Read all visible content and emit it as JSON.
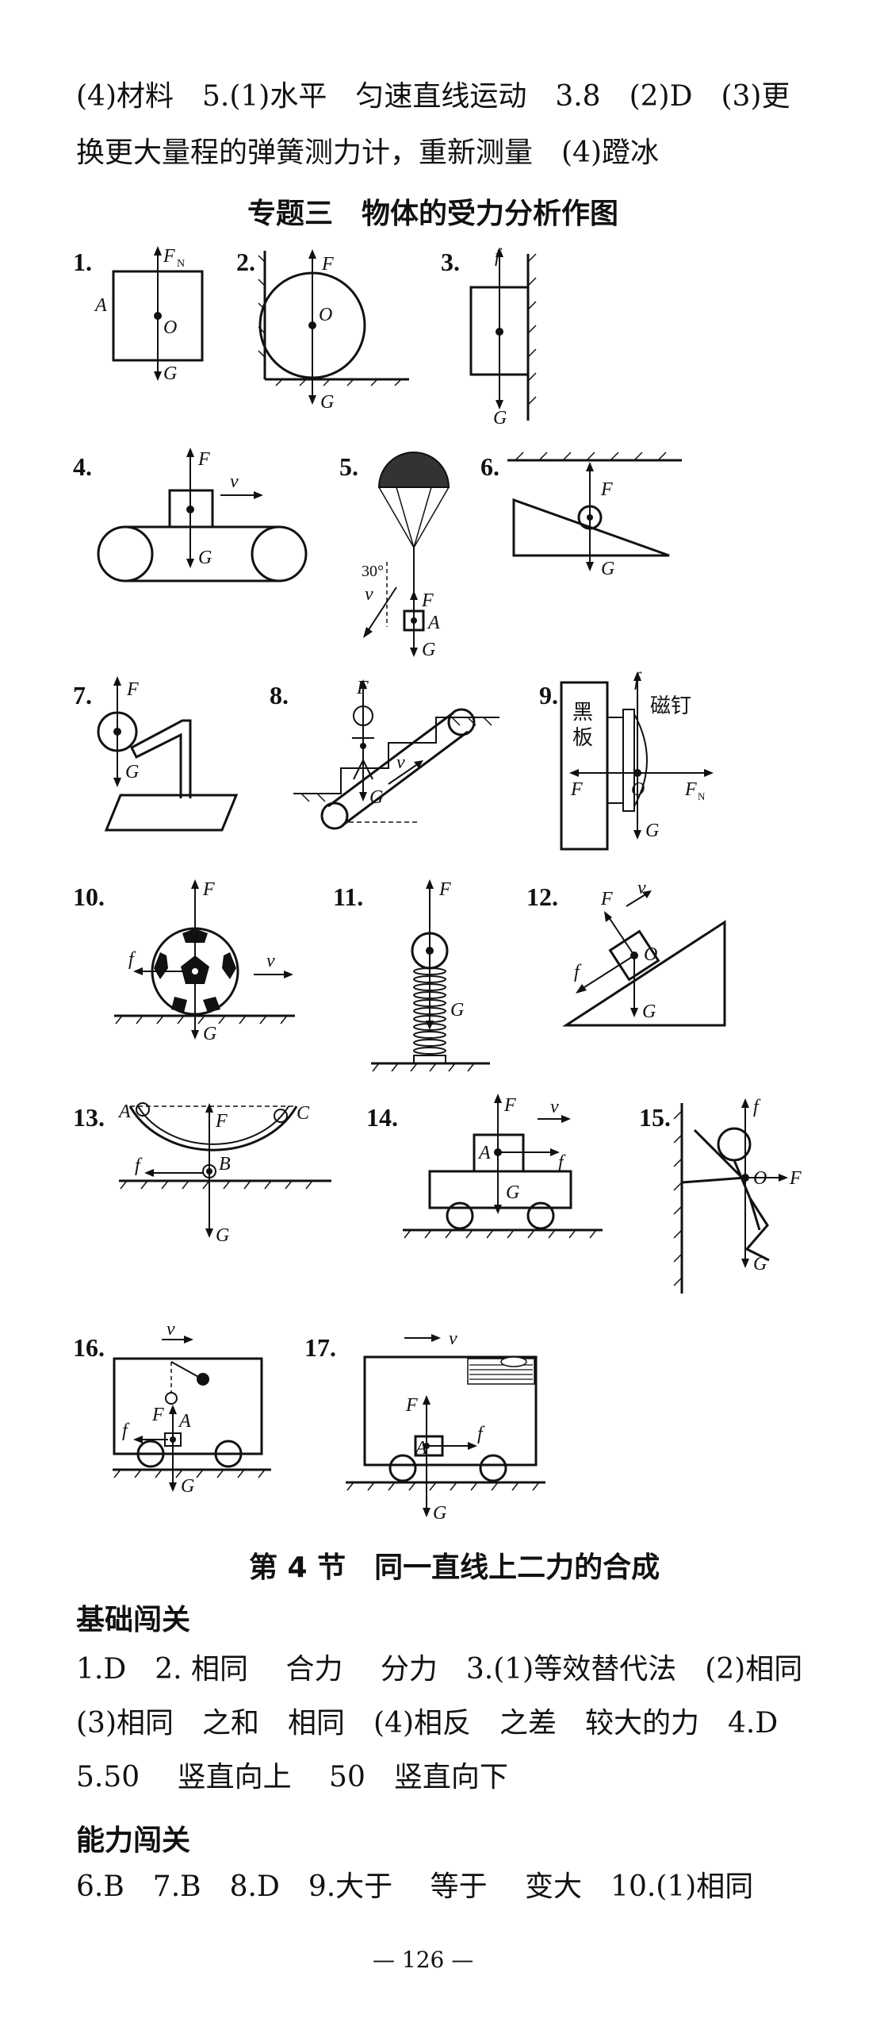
{
  "top": {
    "line1": "(4)材料　5.(1)水平　匀速直线运动　3.8　(2)D　(3)更",
    "line2": "换更大量程的弹簧测力计，重新测量　(4)蹬冰"
  },
  "topic_title": "专题三　物体的受力分析作图",
  "figures": [
    {
      "num": "1.",
      "labels": [
        "F",
        "N",
        "A",
        "O",
        "G"
      ]
    },
    {
      "num": "2.",
      "labels": [
        "F",
        "O",
        "G"
      ]
    },
    {
      "num": "3.",
      "labels": [
        "f",
        "G"
      ]
    },
    {
      "num": "4.",
      "labels": [
        "F",
        "v",
        "G"
      ]
    },
    {
      "num": "5.",
      "labels": [
        "30°",
        "v",
        "F",
        "A",
        "G"
      ]
    },
    {
      "num": "6.",
      "labels": [
        "F",
        "G"
      ]
    },
    {
      "num": "7.",
      "labels": [
        "F",
        "G"
      ]
    },
    {
      "num": "8.",
      "labels": [
        "F",
        "v",
        "G"
      ]
    },
    {
      "num": "9.",
      "labels": [
        "f",
        "黑",
        "板",
        "磁钉",
        "F",
        "O",
        "F",
        "N",
        "G"
      ]
    },
    {
      "num": "10.",
      "labels": [
        "F",
        "f",
        "v",
        "G"
      ]
    },
    {
      "num": "11.",
      "labels": [
        "F",
        "G"
      ]
    },
    {
      "num": "12.",
      "labels": [
        "F",
        "v",
        "O",
        "f",
        "G"
      ]
    },
    {
      "num": "13.",
      "labels": [
        "A",
        "F",
        "C",
        "B",
        "f",
        "G"
      ]
    },
    {
      "num": "14.",
      "labels": [
        "F",
        "v",
        "A",
        "f",
        "G"
      ]
    },
    {
      "num": "15.",
      "labels": [
        "f",
        "O",
        "F",
        "G"
      ]
    },
    {
      "num": "16.",
      "labels": [
        "v",
        "F",
        "A",
        "f",
        "G"
      ]
    },
    {
      "num": "17.",
      "labels": [
        "v",
        "F",
        "A",
        "f",
        "G"
      ]
    }
  ],
  "section_title": "第 4 节　同一直线上二力的合成",
  "basic_title": "基础闯关",
  "basic": {
    "line1": "1.D　2. 相同　 合力　 分力　3.(1)等效替代法　(2)相同",
    "line2": "(3)相同　之和　相同　(4)相反　之差　较大的力　4.D",
    "line3": "5.50　 竖直向上　 50　竖直向下"
  },
  "ability_title": "能力闯关",
  "ability": {
    "line1": "6.B　7.B　8.D　9.大于　 等于　 变大　10.(1)相同"
  },
  "page_number": "— 126 —"
}
